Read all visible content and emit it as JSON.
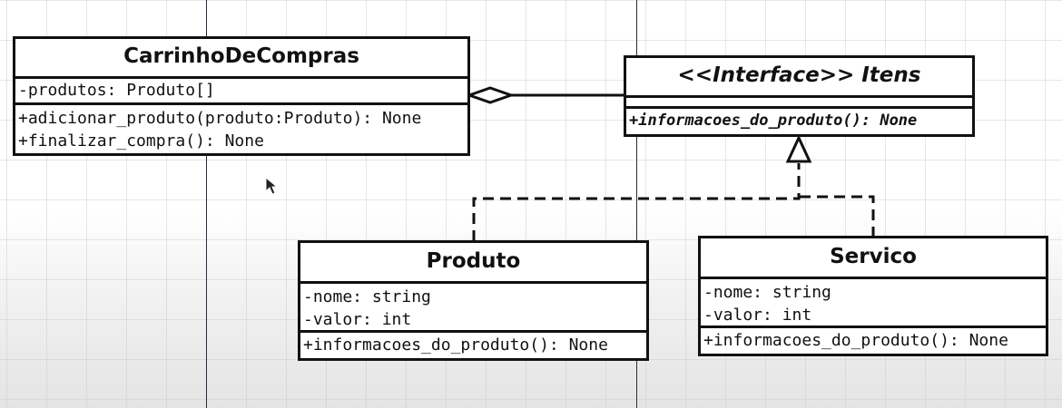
{
  "classes": {
    "carrinho": {
      "name": "CarrinhoDeCompras",
      "attributes": [
        "-produtos: Produto[]"
      ],
      "methods": [
        "+adicionar_produto(produto:Produto): None",
        "+finalizar_compra(): None"
      ]
    },
    "itens": {
      "name": "<<Interface>> Itens",
      "attributes": [],
      "methods": [
        "+informacoes_do_produto(): None"
      ]
    },
    "produto": {
      "name": "Produto",
      "attributes": [
        "-nome: string",
        "-valor: int"
      ],
      "methods": [
        "+informacoes_do_produto(): None"
      ]
    },
    "servico": {
      "name": "Servico",
      "attributes": [
        "-nome: string",
        "-valor: int"
      ],
      "methods": [
        "+informacoes_do_produto(): None"
      ]
    }
  },
  "relations": [
    {
      "type": "aggregation",
      "from": "CarrinhoDeCompras",
      "to": "<<Interface>> Itens"
    },
    {
      "type": "realization",
      "from": "Produto",
      "to": "<<Interface>> Itens"
    },
    {
      "type": "realization",
      "from": "Servico",
      "to": "<<Interface>> Itens"
    }
  ]
}
